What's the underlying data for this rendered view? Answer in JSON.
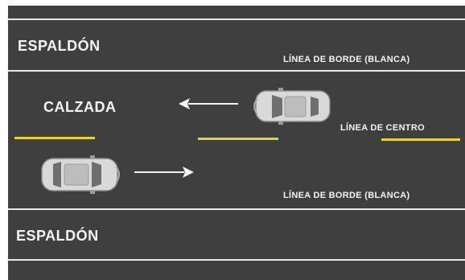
{
  "labels": {
    "shoulder_top": "ESPALDÓN",
    "edge_line_top": "LÍNEA DE BORDE (BLANCA)",
    "roadway": "CALZADA",
    "center_line": "LÍNEA DE CENTRO",
    "edge_line_bottom": "LÍNEA DE BORDE (BLANCA)",
    "shoulder_bottom": "ESPALDÓN"
  },
  "colors": {
    "asphalt": "#3f3f3f",
    "edge_line": "#e9e9e9",
    "center_line": "#e8d23a",
    "car_body": "#d9d9d9"
  },
  "icons": {
    "arrow_top": "arrow-left-icon",
    "arrow_bottom": "arrow-right-icon",
    "car_top": "car-icon",
    "car_bottom": "car-icon"
  }
}
